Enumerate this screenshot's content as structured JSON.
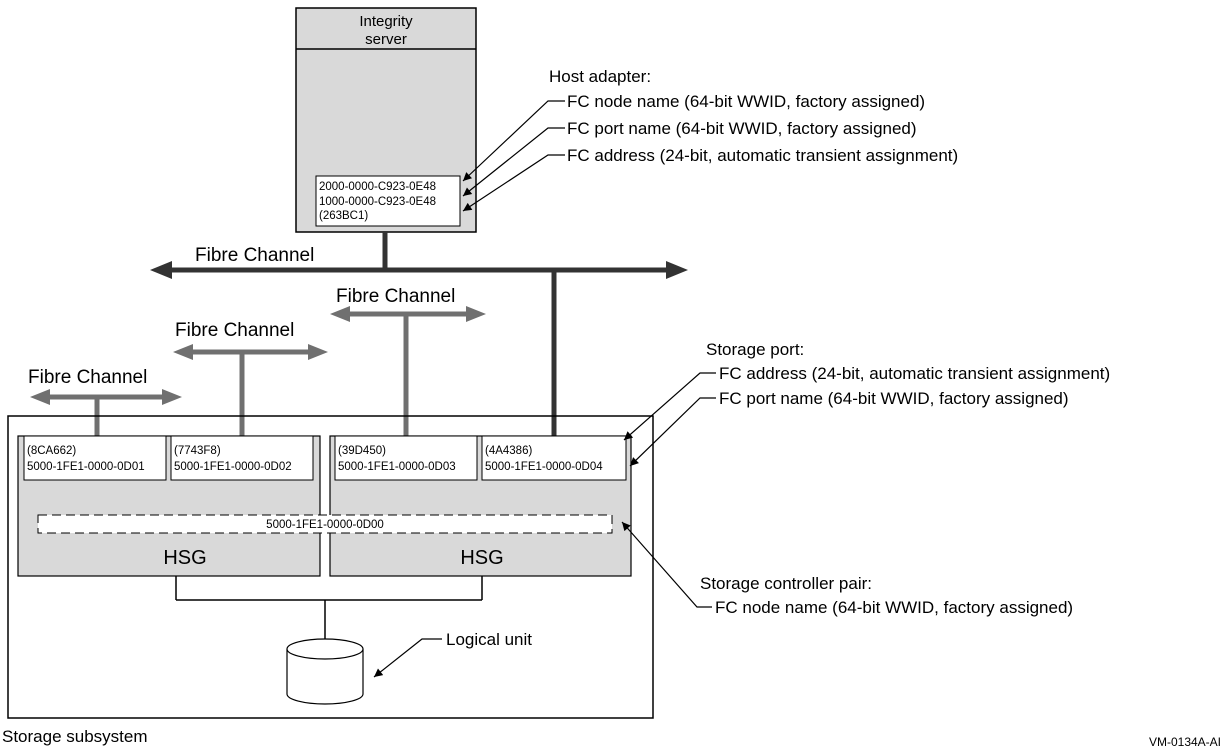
{
  "server": {
    "title_line1": "Integrity",
    "title_line2": "server",
    "id_line1": "2000-0000-C923-0E48",
    "id_line2": "1000-0000-C923-0E48",
    "id_line3": "(263BC1)"
  },
  "host_adapter": {
    "heading": "Host adapter:",
    "node_name": "FC node name (64-bit WWID, factory assigned)",
    "port_name": "FC port name (64-bit WWID, factory assigned)",
    "address": "FC address (24-bit, automatic transient assignment)"
  },
  "fabric": {
    "main_label": "Fibre Channel",
    "loop3_label": "Fibre Channel",
    "loop2_label": "Fibre Channel",
    "loop1_label": "Fibre Channel"
  },
  "ports": [
    {
      "address": "(8CA662)",
      "wwid": "5000-1FE1-0000-0D01"
    },
    {
      "address": "(7743F8)",
      "wwid": "5000-1FE1-0000-0D02"
    },
    {
      "address": "(39D450)",
      "wwid": "5000-1FE1-0000-0D03"
    },
    {
      "address": "(4A4386)",
      "wwid": "5000-1FE1-0000-0D04"
    }
  ],
  "controllers": {
    "left_label": "HSG",
    "right_label": "HSG",
    "pair_node_name": "5000-1FE1-0000-0D00"
  },
  "storage_port": {
    "heading": "Storage port:",
    "address": "FC address (24-bit, automatic transient assignment)",
    "port_name": "FC port name (64-bit WWID, factory assigned)"
  },
  "controller_pair": {
    "heading": "Storage controller pair:",
    "node_name": "FC node name (64-bit WWID, factory assigned)"
  },
  "logical_unit": {
    "label": "Logical unit"
  },
  "subsystem": {
    "label": "Storage subsystem"
  },
  "figure_id": "VM-0134A-AI",
  "colors": {
    "box_fill": "#d9d9d9",
    "main_line": "#333333",
    "loop_line": "#707070"
  }
}
